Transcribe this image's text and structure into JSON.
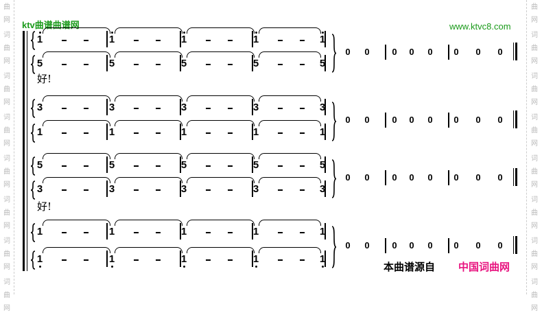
{
  "watermark_top_left": "ktv曲谱曲谱网",
  "watermark_top_right": "www.ktvc8.com",
  "side_watermark": "词曲网",
  "footer": {
    "source_label": "本曲谱源自",
    "source_site": "中国词曲网"
  },
  "colors": {
    "green": "#1a9a1a",
    "magenta": "#e8137f"
  },
  "lyrics": [
    "好!",
    "好!"
  ],
  "systems": [
    {
      "upper": {
        "note": "1",
        "dot": "high"
      },
      "lower": {
        "note": "5",
        "dot": ""
      }
    },
    {
      "upper": {
        "note": "3",
        "dot": ""
      },
      "lower": {
        "note": "1",
        "dot": ""
      }
    },
    {
      "upper": {
        "note": "5",
        "dot": ""
      },
      "lower": {
        "note": "3",
        "dot": ""
      }
    },
    {
      "upper": {
        "note": "1",
        "dot": ""
      },
      "lower": {
        "note": "1",
        "dot": "low"
      }
    }
  ],
  "rests": {
    "m1": [
      "0",
      "0"
    ],
    "m2": [
      "0",
      "0",
      "0"
    ],
    "m3": [
      "0",
      "0",
      "0"
    ]
  }
}
